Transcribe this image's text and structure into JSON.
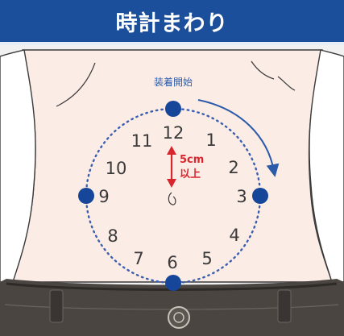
{
  "title": "時計まわり",
  "start_label": "装着開始",
  "distance_value": "5cm",
  "distance_suffix": "以上",
  "clock_numbers": [
    "12",
    "1",
    "2",
    "3",
    "4",
    "5",
    "6",
    "7",
    "8",
    "9",
    "10",
    "11"
  ],
  "colors": {
    "banner": "#1b4e9b",
    "skin": "#fcece6",
    "marker": "#15469a",
    "dotted_circle": "#3a5fb0",
    "arrow_accent": "#d8262e",
    "pants": "#4a4540"
  }
}
